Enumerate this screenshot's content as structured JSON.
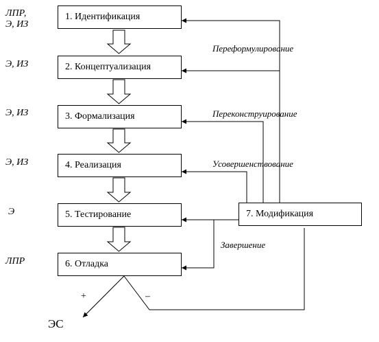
{
  "stages": [
    {
      "label": "1. Идентификация",
      "role": "ЛПР,\nЭ, ИЗ"
    },
    {
      "label": "2. Концептуализация",
      "role": "Э, ИЗ"
    },
    {
      "label": "3. Формализация",
      "role": "Э, ИЗ"
    },
    {
      "label": "4. Реализация",
      "role": "Э, ИЗ"
    },
    {
      "label": "5. Тестирование",
      "role": "Э"
    },
    {
      "label": "6. Отладка",
      "role": "ЛПР"
    }
  ],
  "modification": {
    "label": "7. Модификация"
  },
  "feedback_labels": {
    "reformulation": "Переформулирование",
    "reconstruction": "Переконструирование",
    "improvement": "Усовершенствование",
    "completion": "Завершение"
  },
  "decision": {
    "plus": "+",
    "minus": "–"
  },
  "output": {
    "label": "ЭС"
  }
}
